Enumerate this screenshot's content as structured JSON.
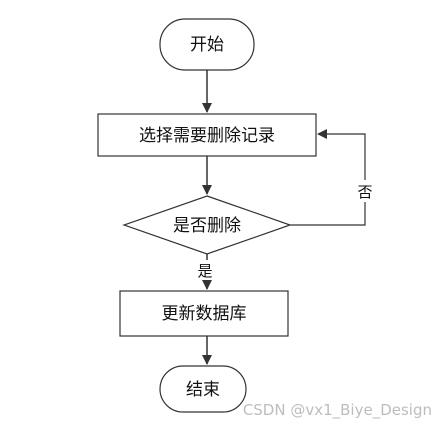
{
  "flowchart": {
    "nodes": {
      "start": {
        "label": "开始"
      },
      "select": {
        "label": "选择需要删除记录"
      },
      "decision": {
        "label": "是否删除"
      },
      "update": {
        "label": "更新数据库"
      },
      "end": {
        "label": "结束"
      }
    },
    "edges": {
      "yes_label": "是",
      "no_label": "否"
    }
  },
  "watermark": "CSDN @vx1_Biye_Design"
}
